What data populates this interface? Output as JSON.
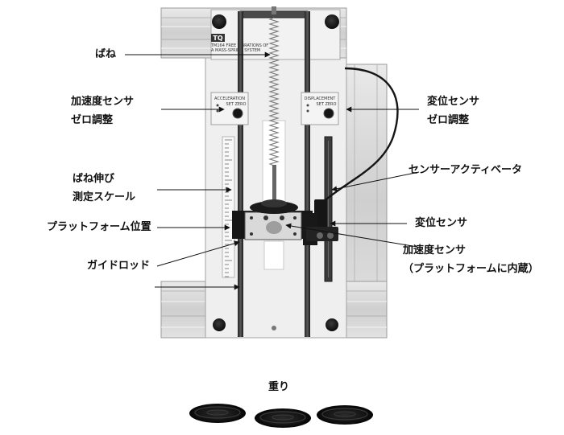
{
  "apparatus": {
    "logo": "TQ",
    "model_plate": [
      "TM164 FREE VIBRATIONS OF",
      "A MASS-SPRING SYSTEM"
    ],
    "accel_panel": {
      "title": "ACCELERATION",
      "knob": "SET ZERO"
    },
    "disp_panel": {
      "title": "DISPLACEMENT",
      "knob": "SET ZERO"
    }
  },
  "labels": {
    "spring": "ばね",
    "accel_zero": [
      "加速度センサ",
      "ゼロ調整"
    ],
    "disp_zero": [
      "変位センサ",
      "ゼロ調整"
    ],
    "scale": [
      "ばね伸び",
      "測定スケール"
    ],
    "actuator": "センサーアクティベータ",
    "platform_pos": "プラットフォーム位置",
    "disp_sensor": "変位センサ",
    "guide_rod": "ガイドロッド",
    "accel_sensor": [
      "加速度センサ",
      "（プラットフォームに内蔵）"
    ],
    "weights": "重り"
  }
}
